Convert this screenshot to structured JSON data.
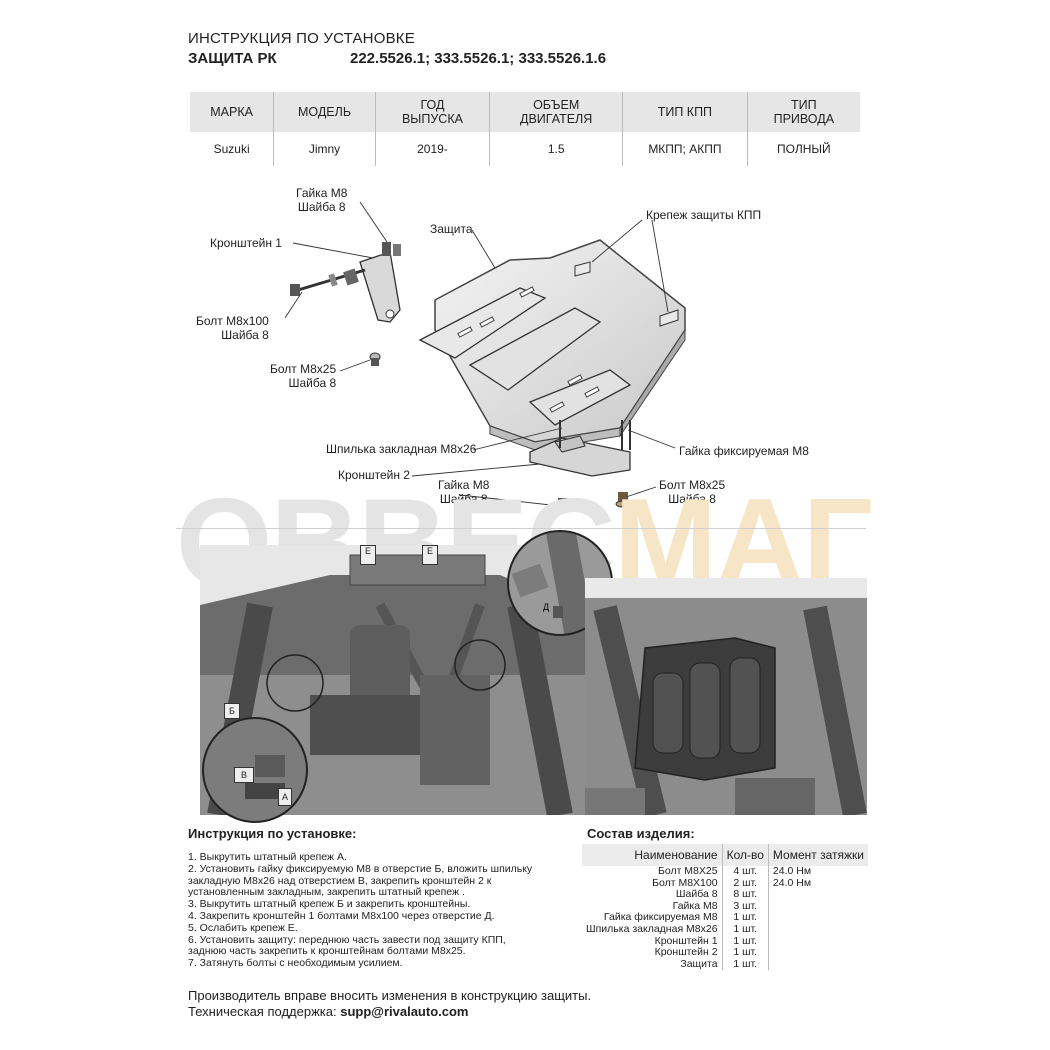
{
  "header": {
    "line1": "ИНСТРУКЦИЯ ПО УСТАНОВКЕ",
    "line2": "ЗАЩИТА РК",
    "part_numbers": "222.5526.1; 333.5526.1; 333.5526.1.6"
  },
  "spec_table": {
    "headers": [
      [
        "МАРКА"
      ],
      [
        "МОДЕЛЬ"
      ],
      [
        "ГОД",
        "ВЫПУСКА"
      ],
      [
        "ОБЪЕМ",
        "ДВИГАТЕЛЯ"
      ],
      [
        "ТИП КПП"
      ],
      [
        "ТИП",
        "ПРИВОДА"
      ]
    ],
    "row": [
      "Suzuki",
      "Jimny",
      "2019-",
      "1.5",
      "МКПП; АКПП",
      "ПОЛНЫЙ"
    ]
  },
  "diagram_labels": {
    "nut_m8_top": [
      "Гайка М8",
      "Шайба 8"
    ],
    "bracket1": "Кронштейн 1",
    "protection": "Защита",
    "kpp_fastener": "Крепеж защиты КПП",
    "bolt_m8x100": [
      "Болт М8х100",
      "Шайба 8"
    ],
    "bolt_m8x25_left": [
      "Болт М8х25",
      "Шайба 8"
    ],
    "stud": "Шпилька закладная М8х26",
    "fixed_nut": "Гайка фиксируемая М8",
    "bracket2": "Кронштейн 2",
    "nut_m8_bottom": [
      "Гайка М8",
      "Шайба 8"
    ],
    "bolt_m8x25_right": [
      "Болт М8х25",
      "Шайба 8"
    ]
  },
  "watermark": {
    "part1": "OBBEC",
    "part2": "МАГ"
  },
  "photo_markers": {
    "e": "Е",
    "d": "Д",
    "b": "Б",
    "v": "В",
    "a": "А"
  },
  "instructions": {
    "title": "Инструкция по установке:",
    "lines": [
      "1. Выкрутить штатный крепеж А.",
      "2. Установить гайку фиксируемую М8 в отверстие Б, вложить шпильку",
      "закладную М8х26 над отверстием В, закрепить кронштейн 2 к",
      "установленным закладным, закрепить штатный крепеж .",
      "3. Выкрутить штатный крепеж Б и закрепить кронштейны.",
      "4. Закрепить кронштейн 1 болтами М8х100 через отверстие Д.",
      "5. Ослабить крепеж Е.",
      "6. Установить защиту: переднюю часть завести под защиту КПП,",
      "заднюю часть закрепить к кронштейнам болтами М8х25.",
      "7. Затянуть болты с необходимым усилием."
    ]
  },
  "composition": {
    "title": "Состав изделия:",
    "headers": [
      "Наименование",
      "Кол-во",
      "Момент затяжки"
    ],
    "rows": [
      [
        "Болт M8X25",
        "4 шт.",
        "24.0 Нм"
      ],
      [
        "Болт M8X100",
        "2 шт.",
        "24.0 Нм"
      ],
      [
        "Шайба 8",
        "8 шт.",
        ""
      ],
      [
        "Гайка М8",
        "3 шт.",
        ""
      ],
      [
        "Гайка фиксируемая М8",
        "1 шт.",
        ""
      ],
      [
        "Шпилька закладная М8х26",
        "1 шт.",
        ""
      ],
      [
        "Кронштейн 1",
        "1 шт.",
        ""
      ],
      [
        "Кронштейн 2",
        "1 шт.",
        ""
      ],
      [
        "Защита",
        "1 шт.",
        ""
      ]
    ]
  },
  "footer": {
    "line1": "Производитель вправе вносить изменения в конструкцию защиты.",
    "support_label": "Техническая поддержка:",
    "support_email": "supp@rivalauto.com"
  }
}
